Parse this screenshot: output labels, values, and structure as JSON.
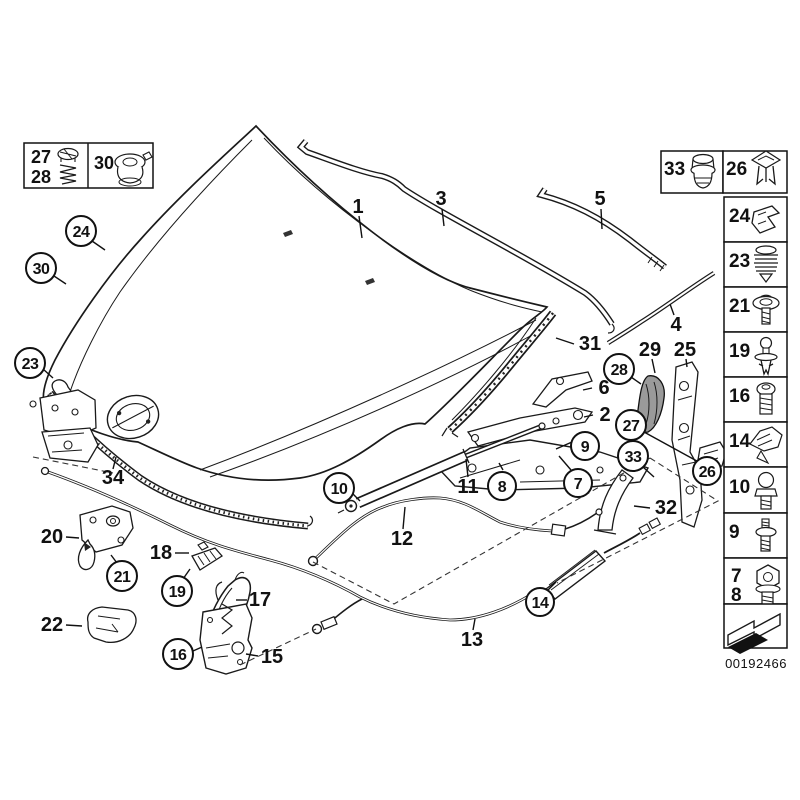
{
  "drawing_number": "00192466",
  "legend_top_left": {
    "cell_a": {
      "line1": "27",
      "line2": "28",
      "icon": "screw-with-spring-icon"
    },
    "cell_b": {
      "label": "30",
      "icon": "hood-buffer-mount-icon"
    }
  },
  "legend_right": {
    "row_top": {
      "left": {
        "label": "33",
        "icon": "rubber-buffer-icon"
      },
      "right": {
        "label": "26",
        "icon": "expanding-rivet-icon"
      }
    },
    "cells": [
      {
        "label": "24",
        "icon": "retaining-clip-icon"
      },
      {
        "label": "23",
        "icon": "ribbed-plug-icon"
      },
      {
        "label": "21",
        "icon": "washer-screw-icon"
      },
      {
        "label": "19",
        "icon": "expanding-clip-icon"
      },
      {
        "label": "16",
        "icon": "pan-head-screw-icon"
      },
      {
        "label": "14",
        "icon": "cable-clip-icon"
      },
      {
        "label": "10",
        "icon": "ball-pin-icon"
      },
      {
        "label": "9",
        "icon": "collar-stud-icon"
      }
    ],
    "cell_7_8": {
      "line1": "7",
      "line2": "8",
      "icon": "hex-bolt-icon"
    },
    "arrow_icon": "continuation-arrow-icon"
  },
  "callouts_circled": [
    "24",
    "30",
    "23",
    "28",
    "27",
    "33",
    "26",
    "9",
    "7",
    "8",
    "10",
    "21",
    "19",
    "16",
    "14"
  ],
  "callouts_plain": [
    "1",
    "3",
    "5",
    "4",
    "31",
    "29",
    "25",
    "6",
    "2",
    "11",
    "32",
    "12",
    "13",
    "34",
    "20",
    "18",
    "17",
    "22",
    "15"
  ]
}
